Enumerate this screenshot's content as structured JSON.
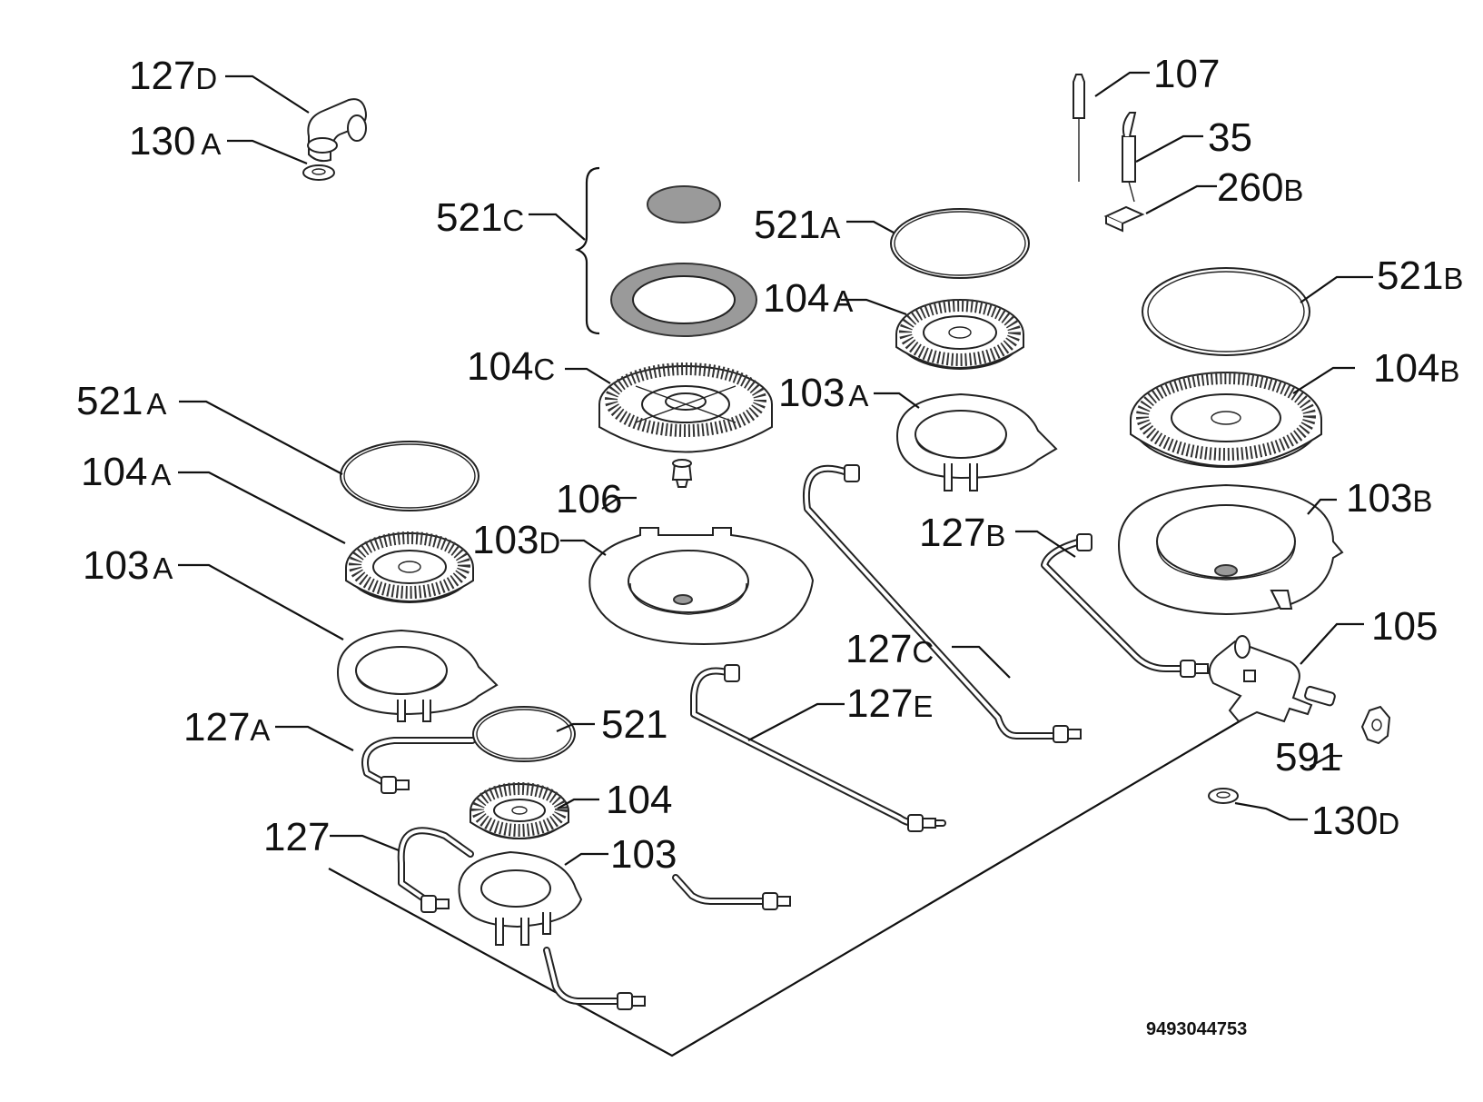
{
  "labels": {
    "l127d": {
      "num": "127",
      "suffix": "D"
    },
    "l130a": {
      "num": "130",
      "suffix": "A"
    },
    "l521c": {
      "num": "521",
      "suffix": "C"
    },
    "l521a_r": {
      "num": "521",
      "suffix": "A"
    },
    "l104a_r": {
      "num": "104",
      "suffix": "A"
    },
    "l104c": {
      "num": "104",
      "suffix": "C"
    },
    "l103a_r": {
      "num": "103",
      "suffix": "A"
    },
    "l107": {
      "num": "107",
      "suffix": ""
    },
    "l35": {
      "num": "35",
      "suffix": ""
    },
    "l260b": {
      "num": "260",
      "suffix": "B"
    },
    "l521b": {
      "num": "521",
      "suffix": "B"
    },
    "l104b": {
      "num": "104",
      "suffix": "B"
    },
    "l103b": {
      "num": "103",
      "suffix": "B"
    },
    "l521a_l": {
      "num": "521",
      "suffix": "A"
    },
    "l104a_l": {
      "num": "104",
      "suffix": "A"
    },
    "l103a_l": {
      "num": "103",
      "suffix": "A"
    },
    "l106": {
      "num": "106",
      "suffix": ""
    },
    "l103d": {
      "num": "103",
      "suffix": "D"
    },
    "l127b": {
      "num": "127",
      "suffix": "B"
    },
    "l105": {
      "num": "105",
      "suffix": ""
    },
    "l127c": {
      "num": "127",
      "suffix": "C"
    },
    "l127e": {
      "num": "127",
      "suffix": "E"
    },
    "l127a": {
      "num": "127",
      "suffix": "A"
    },
    "l521": {
      "num": "521",
      "suffix": ""
    },
    "l591": {
      "num": "591",
      "suffix": ""
    },
    "l104": {
      "num": "104",
      "suffix": ""
    },
    "l130d": {
      "num": "130",
      "suffix": "D"
    },
    "l127": {
      "num": "127",
      "suffix": ""
    },
    "l103": {
      "num": "103",
      "suffix": ""
    }
  },
  "document_id": "9493044753"
}
